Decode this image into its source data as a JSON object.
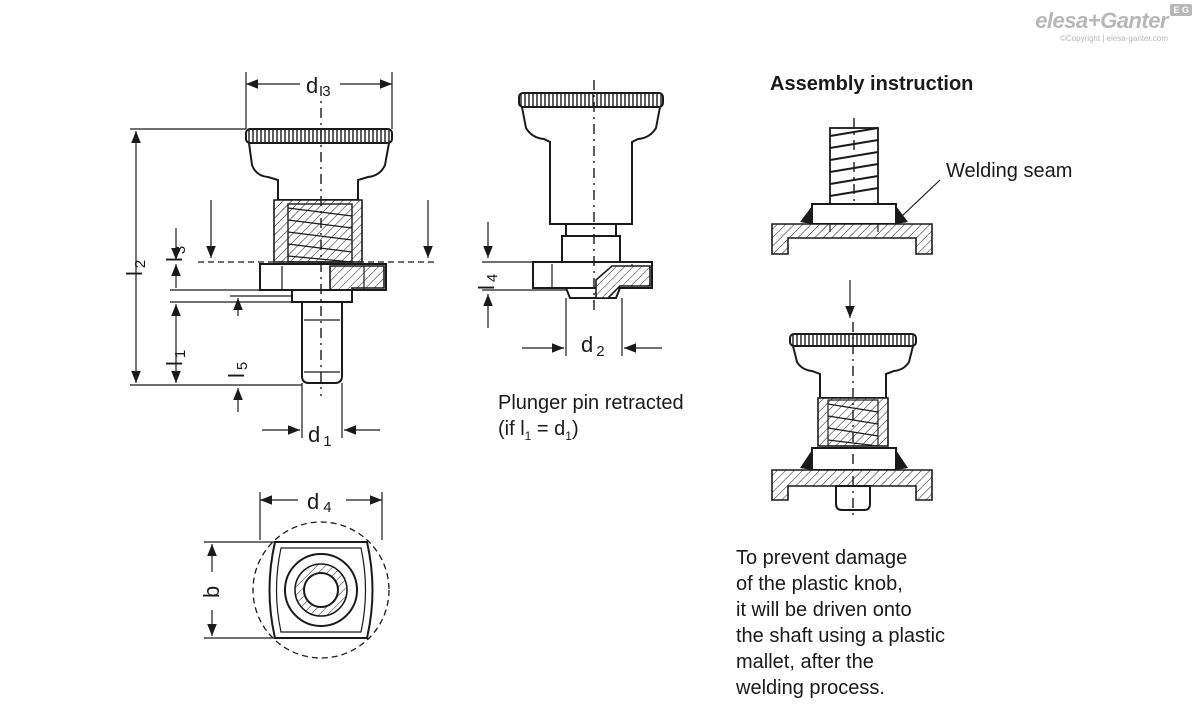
{
  "logo": {
    "brand": "elesa+Ganter",
    "badge": "E G",
    "copyright": "©Copyright | elesa-ganter.com"
  },
  "dimensions": {
    "d3": {
      "main": "d",
      "sub": "3"
    },
    "d2": {
      "main": "d",
      "sub": "2"
    },
    "d1": {
      "main": "d",
      "sub": "1"
    },
    "d4": {
      "main": "d",
      "sub": "4"
    },
    "l2": {
      "main": "l",
      "sub": "2"
    },
    "l3": {
      "main": "l",
      "sub": "3"
    },
    "l1": {
      "main": "l",
      "sub": "1"
    },
    "l5": {
      "main": "l",
      "sub": "5"
    },
    "l4": {
      "main": "l",
      "sub": "4"
    },
    "b": "b"
  },
  "captions": {
    "retracted_line1": "Plunger pin retracted",
    "retracted_line2_a": "(if l",
    "retracted_line2_sub1": "1",
    "retracted_line2_b": " = d",
    "retracted_line2_sub2": "1",
    "retracted_line2_c": ")",
    "assembly_title": "Assembly instruction",
    "welding_seam": "Welding seam",
    "note_lines": [
      "To prevent damage",
      "of the plastic knob,",
      "it will be driven onto",
      "the shaft using a plastic",
      "mallet, after the",
      "welding process."
    ]
  }
}
